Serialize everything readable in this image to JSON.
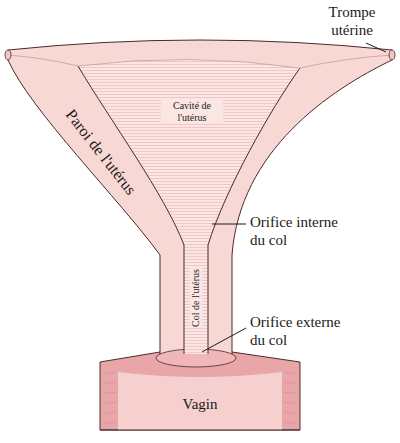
{
  "diagram": {
    "labels": [
      "Trompe utérine",
      "Cavité de l'utérus",
      "Paroi de l'utérus",
      "Orifice interne du col",
      "Col de l'utérus",
      "Orifice externe du col",
      "Vagin"
    ]
  }
}
